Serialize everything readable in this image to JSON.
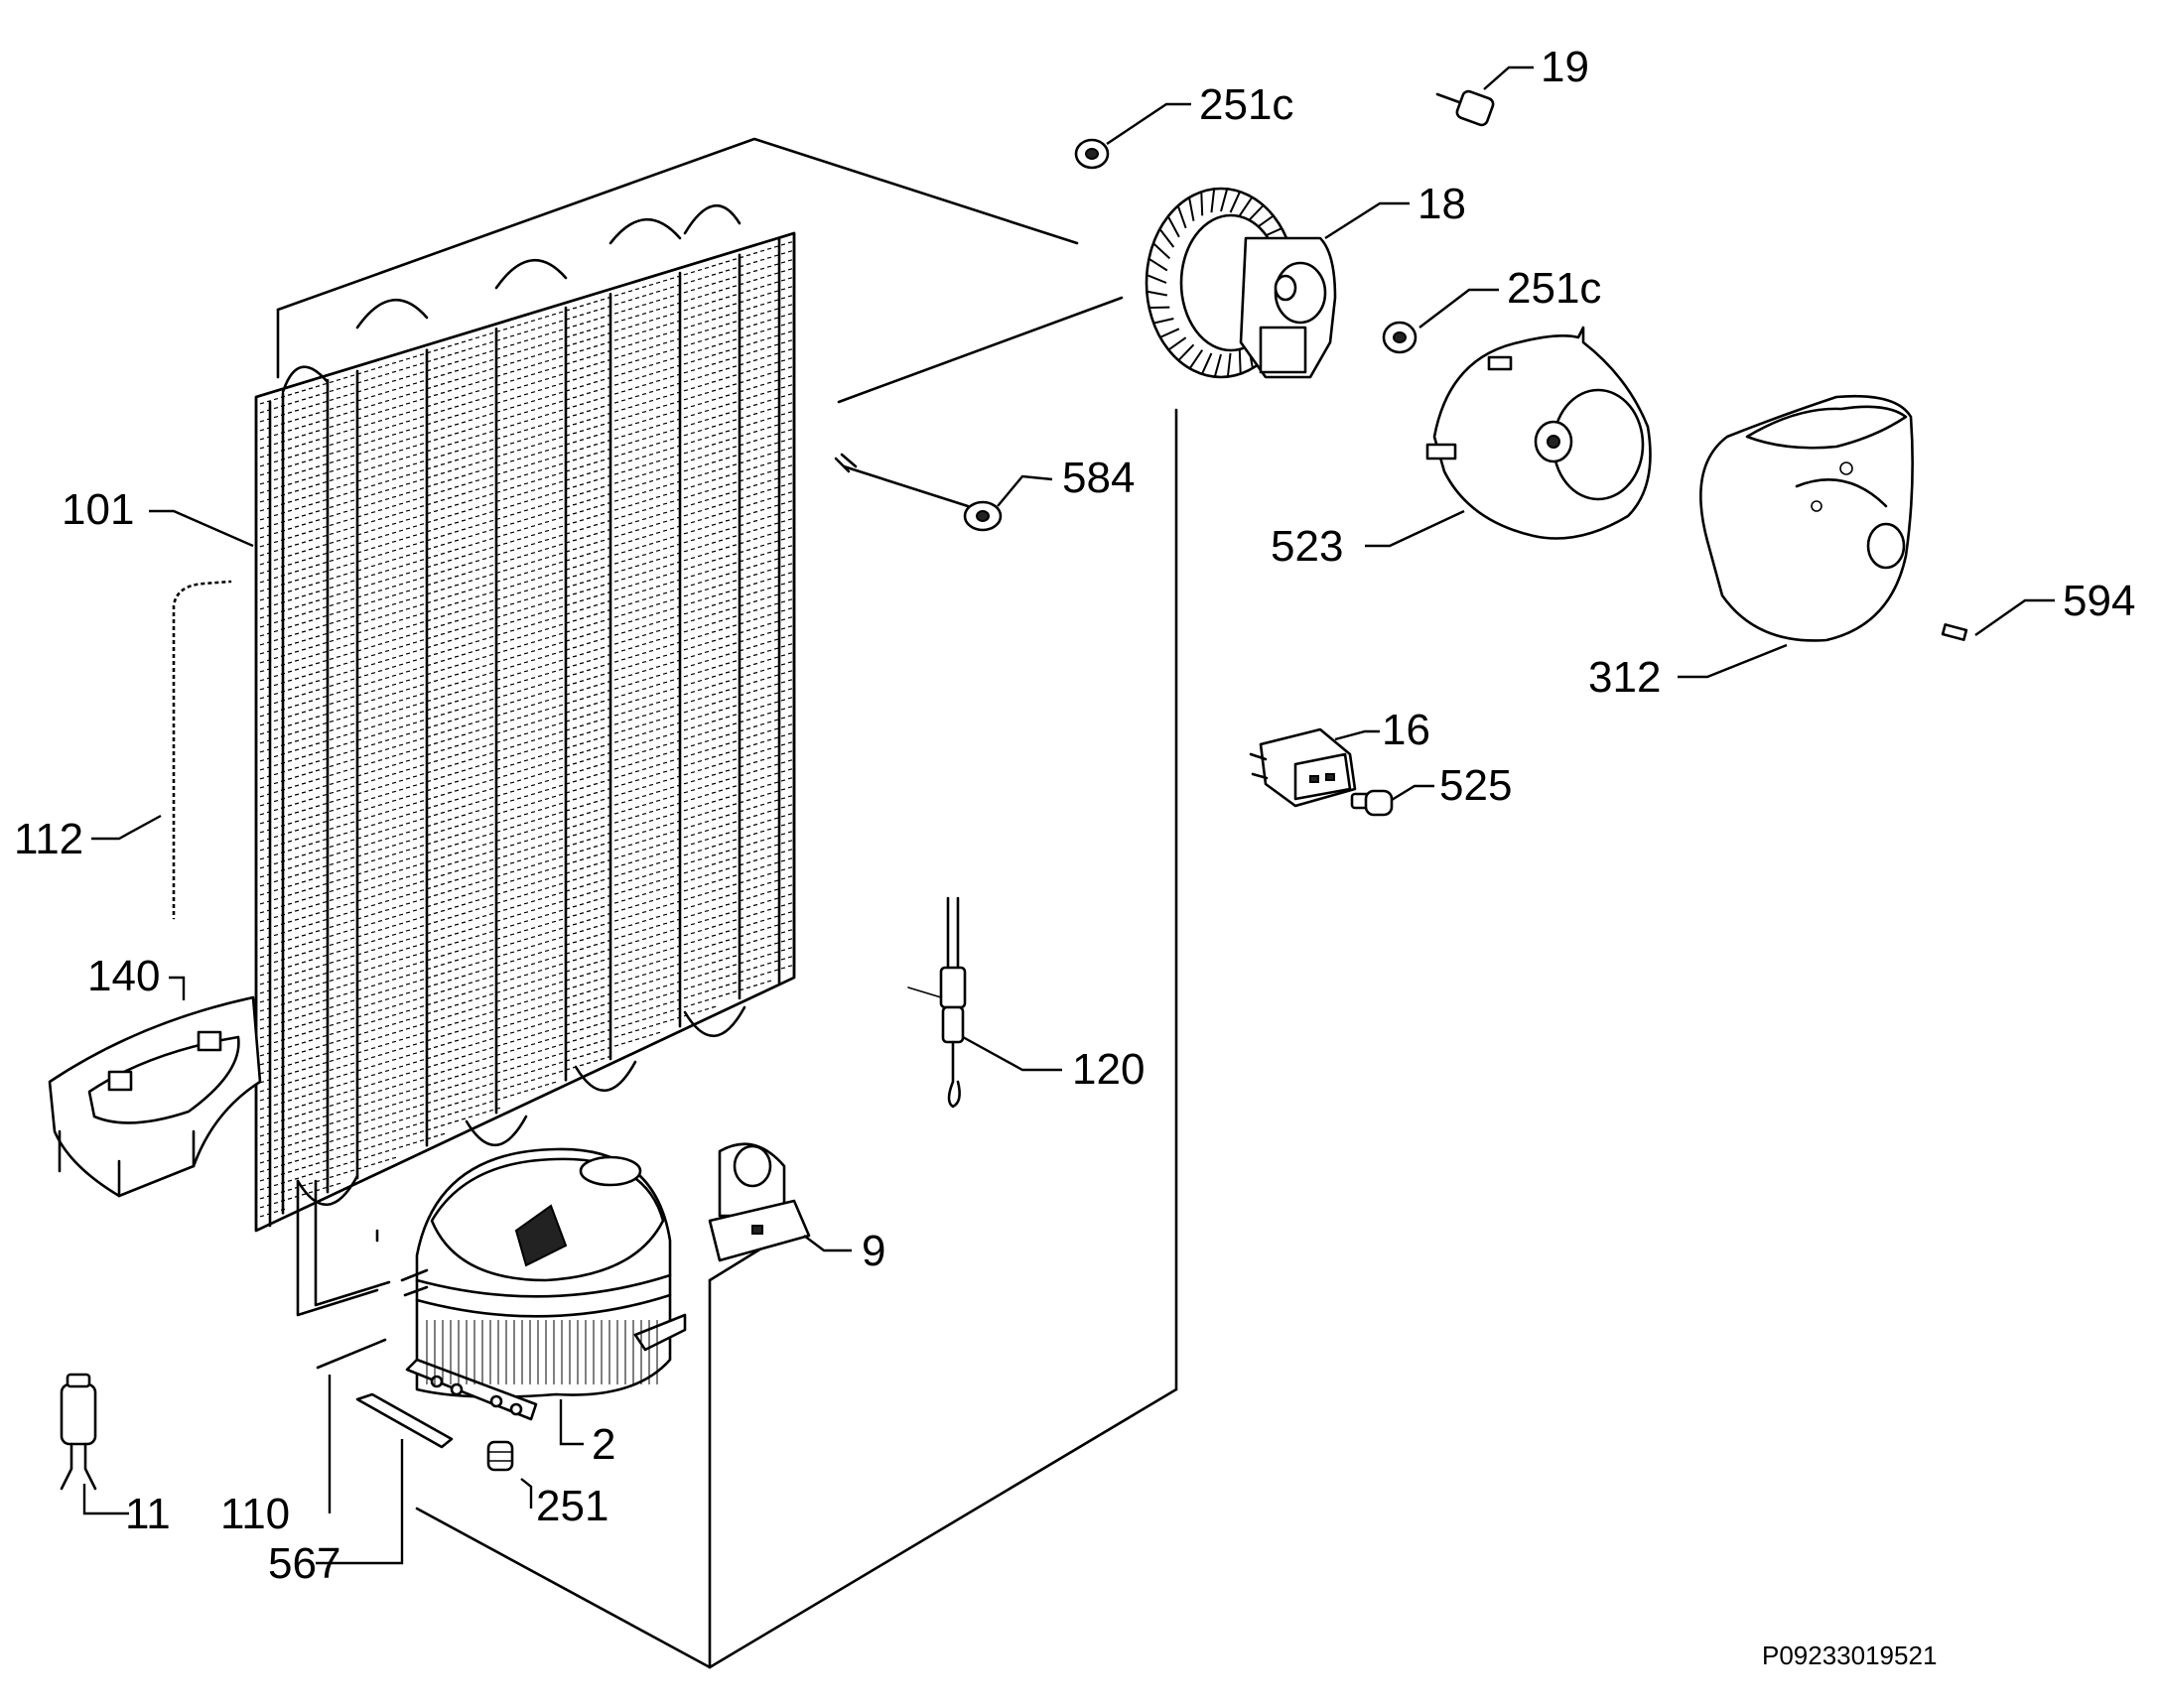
{
  "diagram": {
    "reference": "P09233019521",
    "parts": [
      {
        "id": "101",
        "label": "101"
      },
      {
        "id": "112",
        "label": "112"
      },
      {
        "id": "140",
        "label": "140"
      },
      {
        "id": "11",
        "label": "11"
      },
      {
        "id": "110",
        "label": "110"
      },
      {
        "id": "567",
        "label": "567"
      },
      {
        "id": "251",
        "label": "251"
      },
      {
        "id": "2",
        "label": "2"
      },
      {
        "id": "9",
        "label": "9"
      },
      {
        "id": "120",
        "label": "120"
      },
      {
        "id": "584",
        "label": "584"
      },
      {
        "id": "251c_top",
        "label": "251c"
      },
      {
        "id": "19",
        "label": "19"
      },
      {
        "id": "18",
        "label": "18"
      },
      {
        "id": "251c_mid",
        "label": "251c"
      },
      {
        "id": "523",
        "label": "523"
      },
      {
        "id": "312",
        "label": "312"
      },
      {
        "id": "594",
        "label": "594"
      },
      {
        "id": "16",
        "label": "16"
      },
      {
        "id": "525",
        "label": "525"
      }
    ]
  }
}
